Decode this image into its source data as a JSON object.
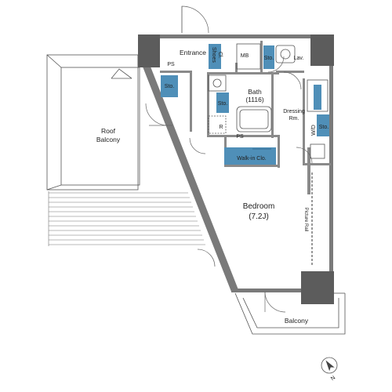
{
  "labels": {
    "entrance": "Entrance",
    "ps_top": "PS",
    "shoes_closet_1": "Shoes",
    "shoes_closet_2": "Cl.",
    "mb": "MB",
    "sto_top": "Sto.",
    "lav": "Lav.",
    "sto_left": "Sto.",
    "sto_kitchen": "Sto.",
    "bath_1": "Bath",
    "bath_2": "(1116)",
    "dressing_1": "Dressing",
    "dressing_2": "Rm.",
    "fridge": "R",
    "ps_mid": "PS",
    "walkin": "Walk-in Clo.",
    "wd": "W/D",
    "sto_right": "Sto.",
    "roof_1": "Roof",
    "roof_2": "Balcony",
    "bedroom_1": "Bedroom",
    "bedroom_2": "(7.2J)",
    "picture_rail": "Picture Rail",
    "balcony": "Balcony",
    "compass": "N"
  },
  "colors": {
    "wall": "#7a7a7a",
    "column": "#5c5c5c",
    "storage": "#4f8fb8",
    "line": "#555555"
  }
}
